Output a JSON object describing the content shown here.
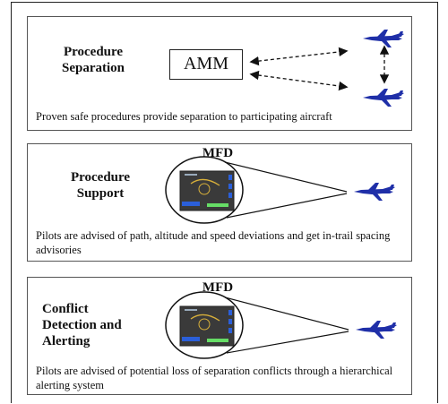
{
  "panels": [
    {
      "title_lines": [
        "Procedure",
        "Separation"
      ],
      "box_label": "AMM",
      "description": "Proven safe procedures provide separation to participating aircraft"
    },
    {
      "display_label": "MFD",
      "title_lines": [
        "Procedure",
        "Support"
      ],
      "description": "Pilots are advised of path, altitude and speed deviations and get in-trail spacing advisories"
    },
    {
      "display_label": "MFD",
      "title_lines": [
        "Conflict",
        "Detection and",
        "Alerting"
      ],
      "description": "Pilots are advised of potential loss of separation conflicts through a hierarchical alerting system"
    }
  ],
  "colors": {
    "aircraft": "#1f2fa8",
    "screen": "#3a3a3a",
    "screen_accent": "#2b5fd9",
    "map_line": "#d8b03a"
  }
}
